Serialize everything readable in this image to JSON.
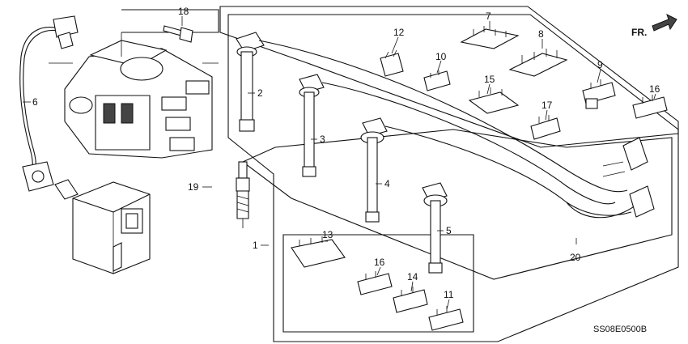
{
  "diagram_code": "SS08E0500B",
  "direction_label": "FR.",
  "parts": [
    {
      "id": "p1",
      "number": "1",
      "name": "wire-set-assembly"
    },
    {
      "id": "p2",
      "number": "2",
      "name": "ignition-wire-1"
    },
    {
      "id": "p3",
      "number": "3",
      "name": "ignition-wire-2"
    },
    {
      "id": "p4",
      "number": "4",
      "name": "ignition-wire-3"
    },
    {
      "id": "p5",
      "number": "5",
      "name": "ignition-wire-4"
    },
    {
      "id": "p6",
      "number": "6",
      "name": "coil-wire"
    },
    {
      "id": "p7",
      "number": "7",
      "name": "wire-clamp"
    },
    {
      "id": "p8",
      "number": "8",
      "name": "wire-clamp"
    },
    {
      "id": "p9",
      "number": "9",
      "name": "wire-clamp"
    },
    {
      "id": "p10",
      "number": "10",
      "name": "wire-clamp"
    },
    {
      "id": "p11",
      "number": "11",
      "name": "wire-clamp"
    },
    {
      "id": "p12",
      "number": "12",
      "name": "wire-clamp"
    },
    {
      "id": "p13",
      "number": "13",
      "name": "wire-clamp"
    },
    {
      "id": "p14",
      "number": "14",
      "name": "wire-clamp"
    },
    {
      "id": "p15",
      "number": "15",
      "name": "wire-clamp"
    },
    {
      "id": "p16a",
      "number": "16",
      "name": "wire-clamp"
    },
    {
      "id": "p16b",
      "number": "16",
      "name": "wire-clamp"
    },
    {
      "id": "p17",
      "number": "17",
      "name": "wire-clamp"
    },
    {
      "id": "p18",
      "number": "18",
      "name": "bolt"
    },
    {
      "id": "p19",
      "number": "19",
      "name": "spark-plug"
    },
    {
      "id": "p20",
      "number": "20",
      "name": "wire-harness"
    }
  ]
}
